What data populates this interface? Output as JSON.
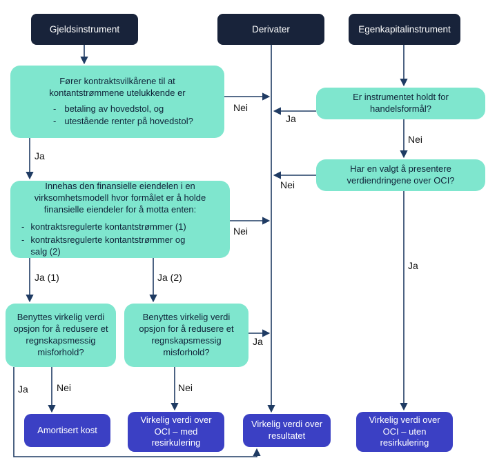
{
  "nodes": {
    "gjeldsinstrument": {
      "label": "Gjeldsinstrument"
    },
    "derivater": {
      "label": "Derivater"
    },
    "egenkapitalinstrument": {
      "label": "Egenkapitalinstrument"
    },
    "sppi_test": {
      "intro": "Fører kontraktsvilkårene til at kontantstrømmene utelukkende er",
      "bullet_dash": "-",
      "bullets": [
        "betaling av hovedstol, og",
        "utestående renter på hovedstol?"
      ]
    },
    "holdt_for_handel": {
      "label": "Er instrumentet holdt for handelsformål?"
    },
    "oci_valg": {
      "label": "Har en valgt å presentere verdiendringene over OCI?"
    },
    "virksomhetsmodell": {
      "intro": "Innehas den finansielle eiendelen i en virksomhetsmodell hvor formålet er å holde finansielle eiendeler for å motta enten:",
      "bullet_dash": "-",
      "bullets": [
        "kontraktsregulerte kontantstrømmer (1)",
        "kontraktsregulerte kontantstrømmer og salg (2)"
      ]
    },
    "fvo_1": {
      "label": "Benyttes virkelig verdi opsjon for å redusere et regnskapsmessig misforhold?"
    },
    "fvo_2": {
      "label": "Benyttes virkelig verdi opsjon for å redusere et regnskapsmessig misforhold?"
    },
    "amortisert_kost": {
      "label": "Amortisert kost"
    },
    "fvoci_med": {
      "label": "Virkelig verdi over OCI – med resirkulering"
    },
    "fvtpl": {
      "label": "Virkelig verdi over resultatet"
    },
    "fvoci_uten": {
      "label": "Virkelig verdi over OCI – uten resirkulering"
    }
  },
  "edge_labels": {
    "sppi_nei": "Nei",
    "handel_ja": "Ja",
    "handel_nei": "Nei",
    "oci_nei": "Nei",
    "oci_ja": "Ja",
    "sppi_ja": "Ja",
    "modell_nei": "Nei",
    "modell_ja1": "Ja (1)",
    "modell_ja2": "Ja (2)",
    "fvo2_ja": "Ja",
    "fvo1_ja": "Ja",
    "fvo1_nei": "Nei",
    "fvo2_nei": "Nei"
  },
  "colors": {
    "dark_navy": "#18233A",
    "teal": "#7FE6CE",
    "blue": "#3B40C4",
    "arrow": "#1F3B63"
  }
}
